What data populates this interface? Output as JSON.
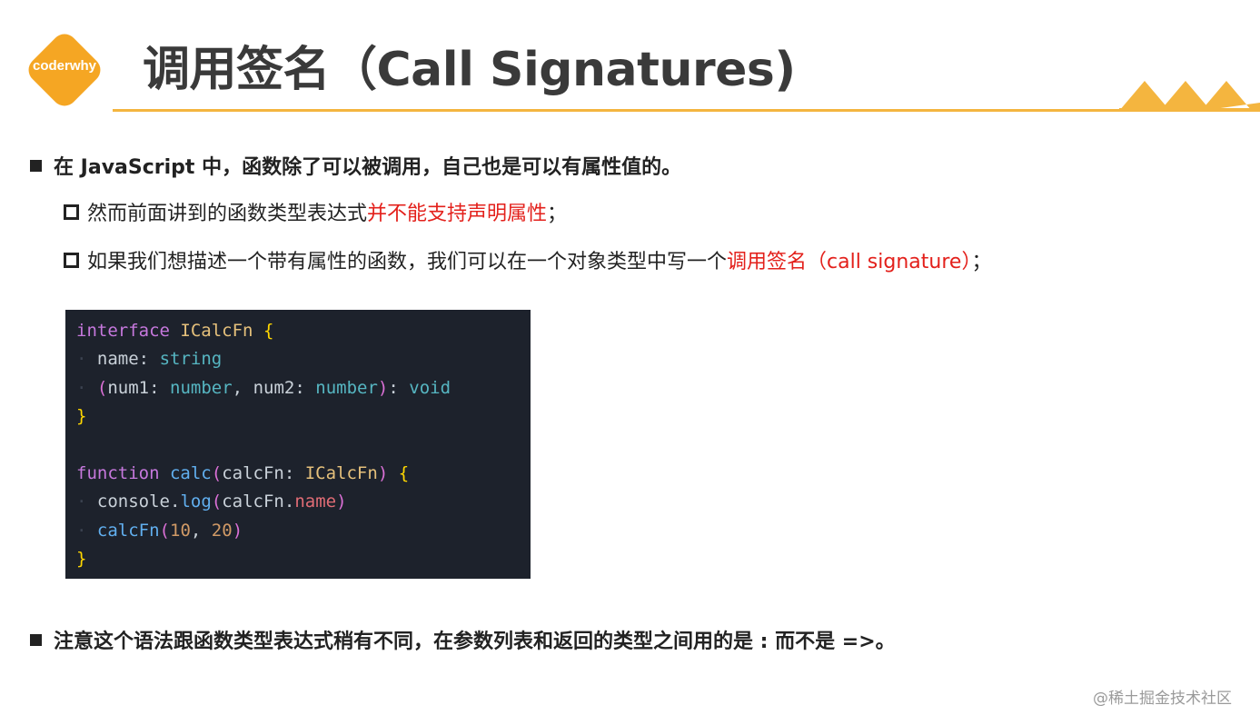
{
  "logo": {
    "text": "coderwhy",
    "color": "#f5a623"
  },
  "title": "调用签名（Call Signatures)",
  "bullets": {
    "b1": "在 JavaScript 中，函数除了可以被调用，自己也是可以有属性值的。",
    "s1_plain": "然而前面讲到的函数类型表达式",
    "s1_red": "并不能支持声明属性",
    "s1_end": "；",
    "s2_plain": "如果我们想描述一个带有属性的函数，我们可以在一个对象类型中写一个",
    "s2_red": "调用签名（call signature）",
    "s2_end": "；",
    "b2": "注意这个语法跟函数类型表达式稍有不同，在参数列表和返回的类型之间用的是 : 而不是 =>。"
  },
  "code": {
    "l1": {
      "kw": "interface",
      "name": "ICalcFn",
      "brace": "{"
    },
    "l2": {
      "prop": "name",
      "colon": ":",
      "type": "string"
    },
    "l3": {
      "open": "(",
      "p1": "num1",
      "c1": ":",
      "t1": "number",
      "comma": ",",
      "p2": "num2",
      "c2": ":",
      "t2": "number",
      "close": ")",
      "c3": ":",
      "ret": "void"
    },
    "l4": {
      "brace": "}"
    },
    "l6": {
      "kw": "function",
      "name": "calc",
      "open": "(",
      "param": "calcFn",
      "colon": ":",
      "type": "ICalcFn",
      "close": ")",
      "brace": "{"
    },
    "l7": {
      "obj": "console",
      "dot": ".",
      "method": "log",
      "open": "(",
      "arg": "calcFn",
      "dot2": ".",
      "prop": "name",
      "close": ")"
    },
    "l8": {
      "fn": "calcFn",
      "open": "(",
      "n1": "10",
      "comma": ",",
      "n2": "20",
      "close": ")"
    },
    "l9": {
      "brace": "}"
    }
  },
  "watermark": "@稀土掘金技术社区",
  "colors": {
    "accent": "#f4b53f",
    "highlight": "#e3201b",
    "code_bg": "#1d222c"
  }
}
